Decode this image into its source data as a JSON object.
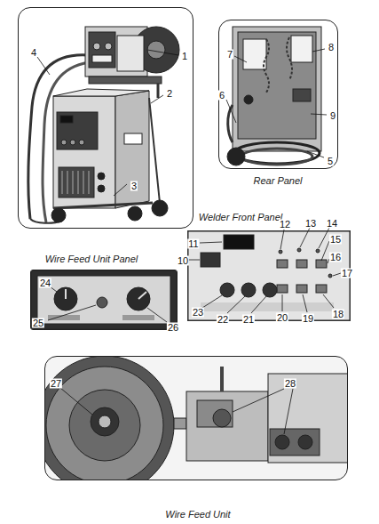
{
  "diagram": {
    "nodes": [
      {
        "text": [
          "4",
          "1",
          "2",
          "3"
        ]
      },
      {
        "text": [
          "Rear Panel",
          "7",
          "8",
          "6",
          "9",
          "5"
        ]
      },
      {
        "text": [
          "Welder Front Panel",
          "12",
          "13",
          "14",
          "11",
          "15",
          "10",
          "16",
          "17",
          "23",
          "22",
          "21",
          "20",
          "19",
          "18"
        ]
      },
      {
        "text": [
          "Wire Feed Unit Panel",
          "24",
          "25",
          "26"
        ]
      },
      {
        "text": [
          "Wire Feed Unit",
          "27",
          "28"
        ]
      }
    ]
  }
}
